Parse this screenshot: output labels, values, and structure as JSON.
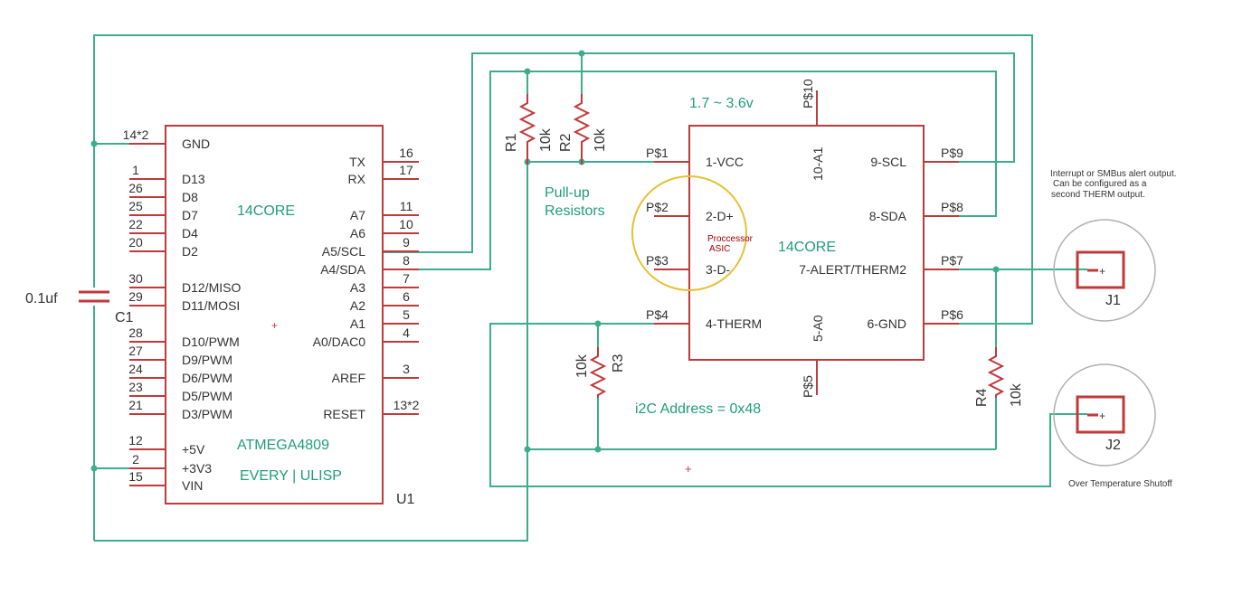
{
  "colors": {
    "wire": "#3cae8e",
    "part": "#c0393b",
    "text": "#333333",
    "label": "#1f9d7a",
    "circle": "#e6c030",
    "ring": "#b0b0b0"
  },
  "u1": {
    "ref": "U1",
    "brand": "14CORE",
    "name": "ATMEGA4809",
    "sub": "EVERY | ULISP",
    "left_pins": [
      {
        "num": "14*2",
        "label": "GND"
      },
      {
        "num": "1",
        "label": "D13"
      },
      {
        "num": "26",
        "label": "D8"
      },
      {
        "num": "25",
        "label": "D7"
      },
      {
        "num": "22",
        "label": "D4"
      },
      {
        "num": "20",
        "label": "D2"
      },
      {
        "num": "30",
        "label": "D12/MISO"
      },
      {
        "num": "29",
        "label": "D11/MOSI"
      },
      {
        "num": "28",
        "label": "D10/PWM"
      },
      {
        "num": "27",
        "label": "D9/PWM"
      },
      {
        "num": "24",
        "label": "D6/PWM"
      },
      {
        "num": "23",
        "label": "D5/PWM"
      },
      {
        "num": "21",
        "label": "D3/PWM"
      },
      {
        "num": "12",
        "label": "+5V"
      },
      {
        "num": "2",
        "label": "+3V3"
      },
      {
        "num": "15",
        "label": "VIN"
      }
    ],
    "right_pins": [
      {
        "num": "16",
        "label": "TX"
      },
      {
        "num": "17",
        "label": "RX"
      },
      {
        "num": "11",
        "label": "A7"
      },
      {
        "num": "10",
        "label": "A6"
      },
      {
        "num": "9",
        "label": "A5/SCL"
      },
      {
        "num": "8",
        "label": "A4/SDA"
      },
      {
        "num": "7",
        "label": "A3"
      },
      {
        "num": "6",
        "label": "A2"
      },
      {
        "num": "5",
        "label": "A1"
      },
      {
        "num": "4",
        "label": "A0/DAC0"
      },
      {
        "num": "3",
        "label": "AREF"
      },
      {
        "num": "13*2",
        "label": "RESET"
      }
    ]
  },
  "sensor": {
    "brand": "14CORE",
    "voltage": "1.7 ~ 3.6v",
    "asic_line1": "Proccessor",
    "asic_line2": "ASIC",
    "left_pins": [
      {
        "pad": "P$1",
        "label": "1-VCC"
      },
      {
        "pad": "P$2",
        "label": "2-D+"
      },
      {
        "pad": "P$3",
        "label": "3-D-"
      },
      {
        "pad": "P$4",
        "label": "4-THERM"
      }
    ],
    "right_pins": [
      {
        "pad": "P$9",
        "label": "9-SCL"
      },
      {
        "pad": "P$8",
        "label": "8-SDA"
      },
      {
        "pad": "P$7",
        "label": "7-ALERT/THERM2"
      },
      {
        "pad": "P$6",
        "label": "6-GND"
      }
    ],
    "top_pin": {
      "pad": "P$10",
      "label": "10-A1"
    },
    "bottom_pin": {
      "pad": "P$5",
      "label": "5-A0"
    }
  },
  "capacitor": {
    "ref": "C1",
    "value": "0.1uf"
  },
  "resistors": [
    {
      "ref": "R1",
      "value": "10k"
    },
    {
      "ref": "R2",
      "value": "10k"
    },
    {
      "ref": "R3",
      "value": "10k"
    },
    {
      "ref": "R4",
      "value": "10k"
    }
  ],
  "labels": {
    "pullup_line1": "Pull-up",
    "pullup_line2": "Resistors",
    "i2c": "i2C Address = 0x48",
    "interrupt_line1": "Interrupt or SMBus alert output.",
    "interrupt_line2": "Can be configured as a",
    "interrupt_line3": "second THERM output.",
    "shutoff": "Over Temperature Shutoff"
  },
  "connectors": [
    {
      "ref": "J1"
    },
    {
      "ref": "J2"
    }
  ]
}
